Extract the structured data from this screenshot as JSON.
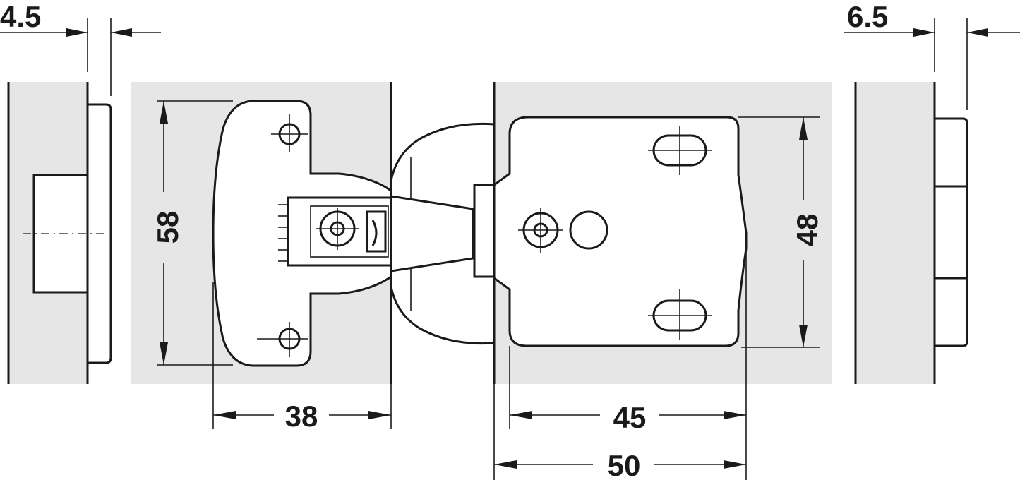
{
  "dimensions": {
    "left_offset": "4.5",
    "right_offset": "6.5",
    "mount_plate_height": "58",
    "hinge_cup_width": "38",
    "plate_height": "48",
    "plate_width": "45",
    "plate_overall_width": "50"
  },
  "colors": {
    "panel": "#e6e6e6",
    "line": "#1a1a1a",
    "background": "#ffffff"
  }
}
